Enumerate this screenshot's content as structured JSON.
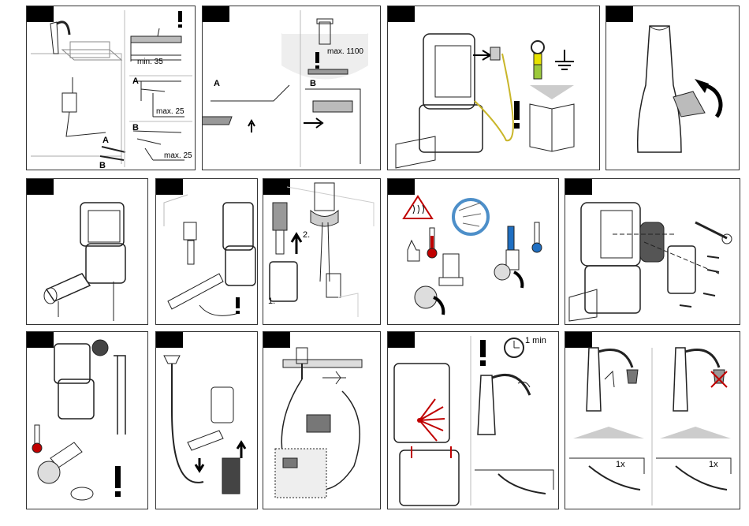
{
  "step1": {
    "min_label": "min. 35",
    "max_a_label": "max. 25",
    "max_b_label": "max. 25",
    "label_a": "A",
    "label_b": "B",
    "label_a2": "A",
    "label_b2": "B"
  },
  "step2": {
    "max_label": "max. 1100",
    "label_a": "A",
    "label_b": "B"
  },
  "step7": {
    "step_one": "1.",
    "step_two": "2."
  },
  "step14": {
    "duration_label": "1 min"
  },
  "step15": {
    "count_left": "1x",
    "count_right": "1x"
  },
  "colors": {
    "hot": "#c00000",
    "cold": "#1f6fc2",
    "cable": "#c9b62a",
    "ground_yellow": "#e6e200",
    "ground_green": "#9cc93b"
  }
}
